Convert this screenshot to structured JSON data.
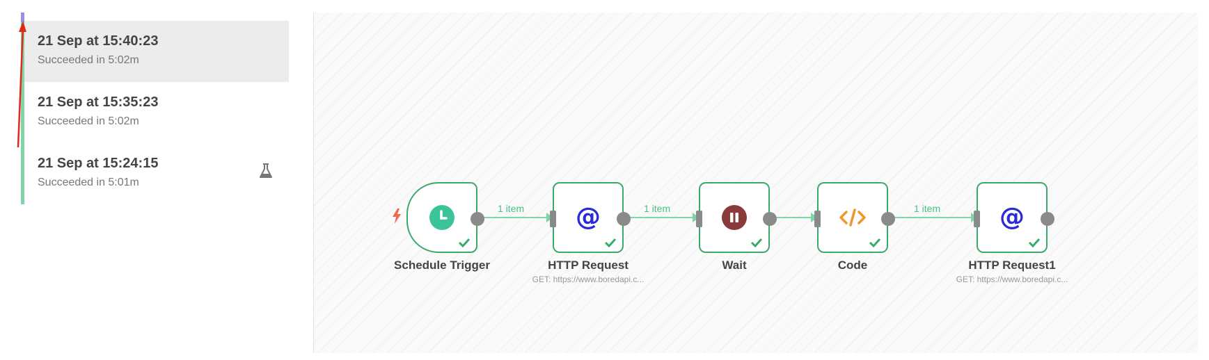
{
  "executions": [
    {
      "time": "21 Sep at 15:40:23",
      "status": "Succeeded in 5:02m",
      "selected": true
    },
    {
      "time": "21 Sep at 15:35:23",
      "status": "Succeeded in 5:02m",
      "selected": false
    },
    {
      "time": "21 Sep at 15:24:15",
      "status": "Succeeded in 5:01m",
      "selected": false,
      "icon": "flask-icon"
    }
  ],
  "workflow": {
    "nodes": [
      {
        "title": "Schedule Trigger",
        "subtitle": "",
        "icon": "clock-icon",
        "type": "trigger"
      },
      {
        "title": "HTTP Request",
        "subtitle": "GET: https://www.boredapi.c...",
        "icon": "at-icon"
      },
      {
        "title": "Wait",
        "subtitle": "",
        "icon": "pause-icon"
      },
      {
        "title": "Code",
        "subtitle": "",
        "icon": "code-icon"
      },
      {
        "title": "HTTP Request1",
        "subtitle": "GET: https://www.boredapi.c...",
        "icon": "at-icon"
      }
    ],
    "edges": [
      {
        "label": "1 item"
      },
      {
        "label": "1 item"
      },
      {
        "label": ""
      },
      {
        "label": "1 item"
      }
    ]
  },
  "colors": {
    "success": "#3aaa6a",
    "edge": "#7dd6a6",
    "trigger": "#3cc39a",
    "http": "#2a2ad6",
    "wait": "#8a3a3a",
    "code": "#f0962a",
    "bolt": "#f06a52",
    "annotation_arrow": "#e0291b"
  }
}
